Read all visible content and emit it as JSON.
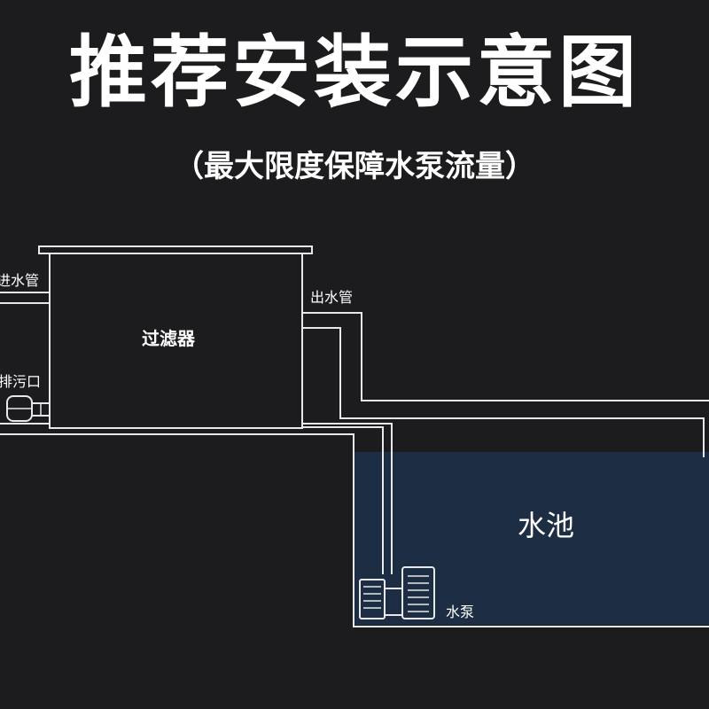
{
  "title": "推荐安装示意图",
  "subtitle": "（最大限度保障水泵流量）",
  "labels": {
    "inlet_pipe": "进水管",
    "outlet_pipe": "出水管",
    "filter": "过滤器",
    "drain": "排污口",
    "pool": "水池",
    "pump": "水泵"
  },
  "colors": {
    "background": "#1c1c1e",
    "line": "#e8e8e8",
    "pool_fill": "#1d2e44",
    "text": "#ffffff"
  }
}
